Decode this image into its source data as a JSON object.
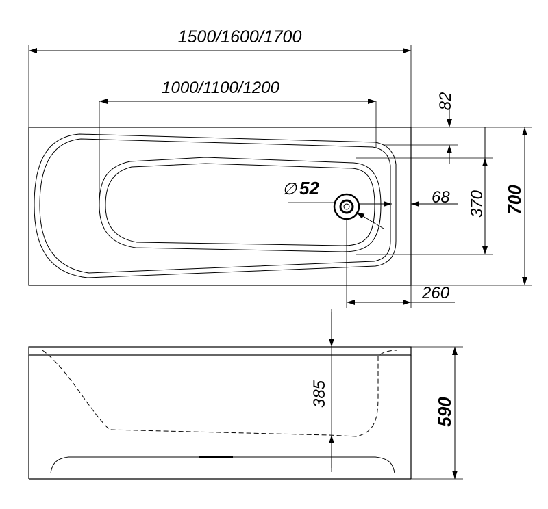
{
  "diagram": {
    "top_view": {
      "overall_length_label": "1500/1600/1700",
      "inner_length_label": "1000/1100/1200",
      "rim_label": "82",
      "drain_diameter_symbol": "∅",
      "drain_diameter_value": "52",
      "drain_offset_label": "68",
      "basin_width_label": "370",
      "overall_width_label": "700",
      "drain_from_end_label": "260"
    },
    "side_view": {
      "depth_label": "385",
      "height_label": "590"
    }
  }
}
